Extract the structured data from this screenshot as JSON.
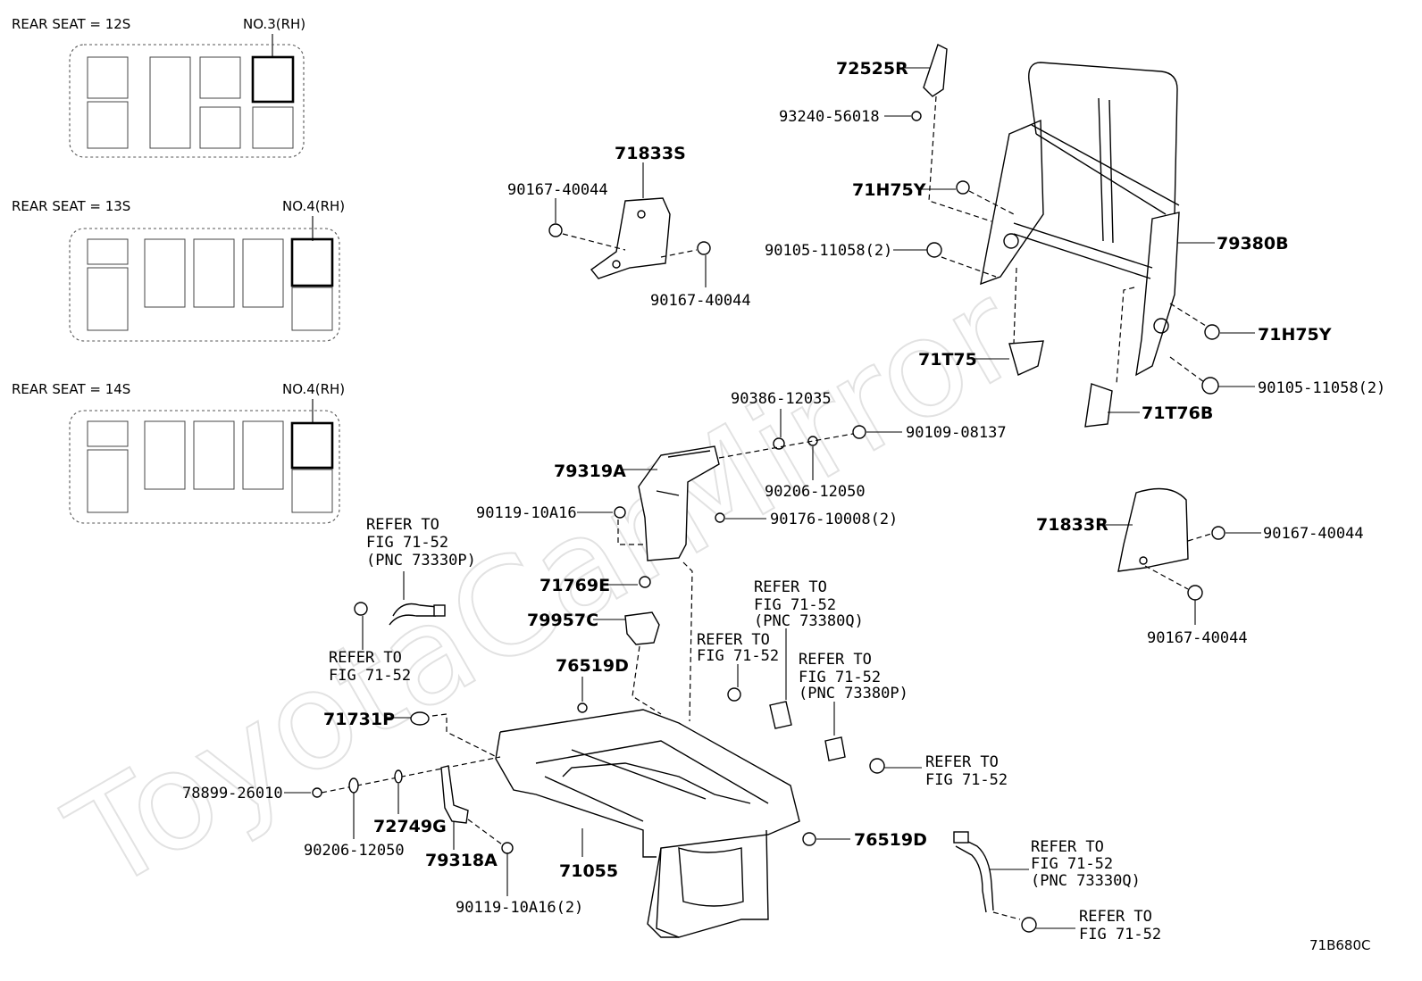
{
  "watermark": "ToyotaCarMirror",
  "diagram_code": "71B680C",
  "seat_keys": [
    {
      "caption": "REAR SEAT = 12S",
      "position": "NO.3(RH)"
    },
    {
      "caption": "REAR SEAT = 13S",
      "position": "NO.4(RH)"
    },
    {
      "caption": "REAR SEAT = 14S",
      "position": "NO.4(RH)"
    }
  ],
  "parts": {
    "p72525R": "72525R",
    "p93240_56018": "93240-56018",
    "p71H75Y_a": "71H75Y",
    "p90105_11058_a": "90105-11058(2)",
    "p79380B": "79380B",
    "p71H75Y_b": "71H75Y",
    "p71T75": "71T75",
    "p90105_11058_b": "90105-11058(2)",
    "p71T76B": "71T76B",
    "p71833S": "71833S",
    "p90167_40044_a": "90167-40044",
    "p90167_40044_b": "90167-40044",
    "p90386_12035": "90386-12035",
    "p90109_08137": "90109-08137",
    "p79319A": "79319A",
    "p90206_12050_a": "90206-12050",
    "p90119_10A16_a": "90119-10A16",
    "p90176_10008": "90176-10008(2)",
    "p71833R": "71833R",
    "p90167_40044_c": "90167-40044",
    "p90167_40044_d": "90167-40044",
    "p71769E": "71769E",
    "p79957C": "79957C",
    "p76519D_a": "76519D",
    "p71731P": "71731P",
    "p78899_26010": "78899-26010",
    "p90206_12050_b": "90206-12050",
    "p72749G": "72749G",
    "p79318A": "79318A",
    "p90119_10A16_b": "90119-10A16(2)",
    "p71055": "71055",
    "p76519D_b": "76519D"
  },
  "references": {
    "ref_73330P": [
      "REFER TO",
      "FIG 71-52",
      "(PNC 73330P)"
    ],
    "ref_left_bolt": [
      "REFER TO",
      "FIG 71-52"
    ],
    "ref_73380Q": [
      "REFER TO",
      "FIG 71-52",
      "(PNC 73380Q)"
    ],
    "ref_mid_bolt": [
      "REFER TO",
      "FIG 71-52"
    ],
    "ref_73380P": [
      "REFER TO",
      "FIG 71-52",
      "(PNC 73380P)"
    ],
    "ref_right_bolt": [
      "REFER TO",
      "FIG 71-52"
    ],
    "ref_73330Q": [
      "REFER TO",
      "FIG 71-52",
      "(PNC 73330Q)"
    ],
    "ref_bottom_bolt": [
      "REFER TO",
      "FIG 71-52"
    ]
  }
}
